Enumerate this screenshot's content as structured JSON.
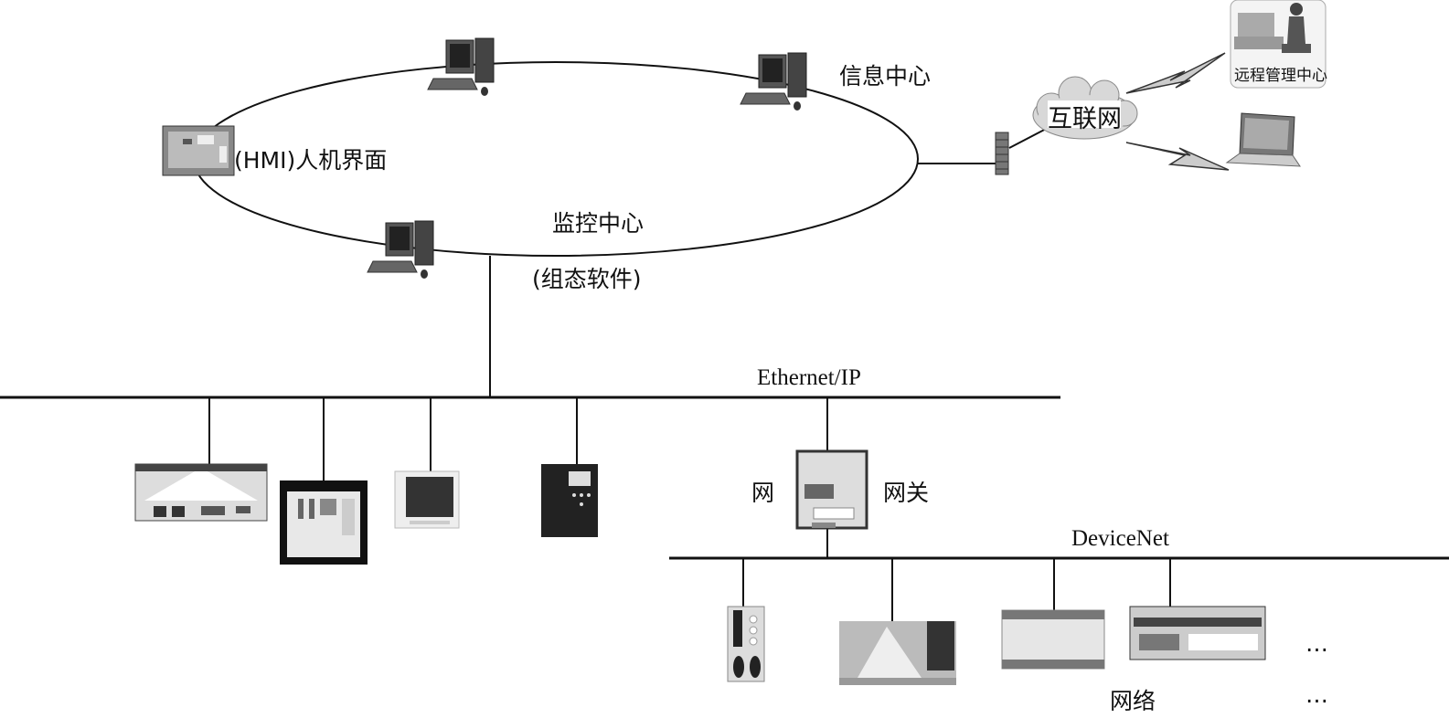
{
  "diagram": {
    "labels": {
      "info_center": "信息中心",
      "hmi": "(HMI)人机界面",
      "monitor_center": "监控中心",
      "config_software": "(组态软件)",
      "internet": "互联网",
      "remote_center": "远程管理中心",
      "ethernet_ip": "Ethernet/IP",
      "gateway_left": "网",
      "gateway_right": "网关",
      "devicenet": "DeviceNet",
      "network": "网络",
      "ellipsis_1": "…",
      "ellipsis_2": "…"
    },
    "nodes": [
      {
        "id": "pc-top",
        "type": "desktop-computer-icon"
      },
      {
        "id": "pc-info-center",
        "type": "desktop-computer-icon"
      },
      {
        "id": "hmi-panel",
        "type": "hmi-panel-icon"
      },
      {
        "id": "pc-monitor-center",
        "type": "desktop-computer-icon"
      },
      {
        "id": "firewall",
        "type": "firewall-icon"
      },
      {
        "id": "internet-cloud",
        "type": "cloud-icon"
      },
      {
        "id": "remote-management",
        "type": "operator-workstation-icon"
      },
      {
        "id": "laptop",
        "type": "laptop-icon"
      },
      {
        "id": "gateway",
        "type": "gateway-module-icon"
      }
    ],
    "ethernet_devices": [
      {
        "type": "network-module-icon"
      },
      {
        "type": "controller-panel-icon"
      },
      {
        "type": "power-meter-icon"
      },
      {
        "type": "relay-protector-icon"
      }
    ],
    "devicenet_devices": [
      {
        "type": "io-module-icon"
      },
      {
        "type": "adapter-box-icon"
      },
      {
        "type": "plc-icon"
      },
      {
        "type": "plc-terminal-icon"
      }
    ]
  }
}
